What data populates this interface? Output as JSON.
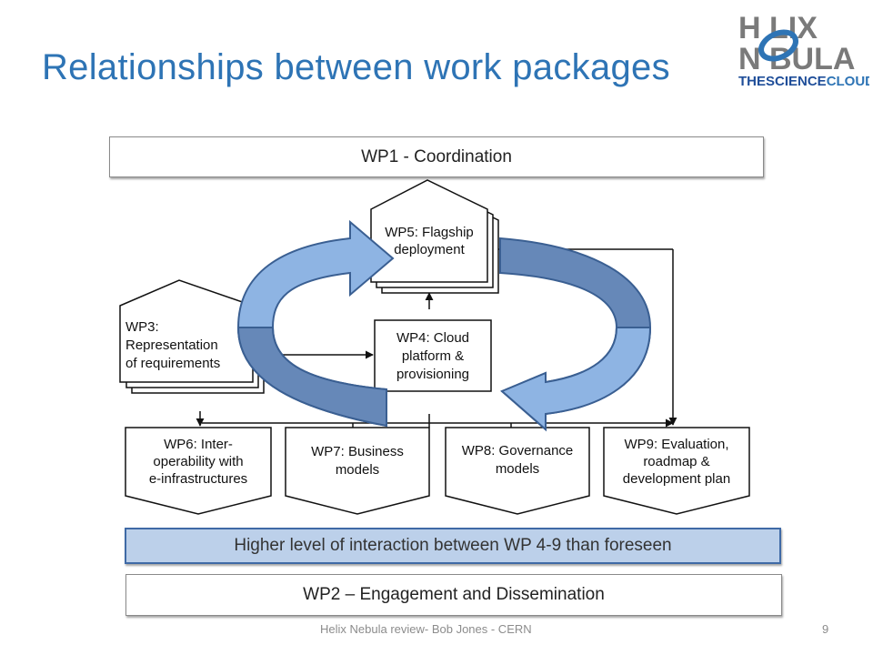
{
  "slide": {
    "title": "Relationships between work packages",
    "footer": "Helix Nebula review- Bob Jones - CERN",
    "page_number": "9"
  },
  "logo": {
    "line1": "H  LIX",
    "line2": "N  BULA",
    "tagline_a": "THESCIENCE",
    "tagline_b": "CLOUD"
  },
  "bars": {
    "wp1": "WP1 - Coordination",
    "highlight": "Higher level of interaction between WP 4-9 than foreseen",
    "wp2": "WP2 – Engagement and Dissemination"
  },
  "diagram": {
    "wp5": [
      "WP5: Flagship",
      "deployment"
    ],
    "wp3": [
      "WP3:",
      "Representation",
      "of requirements"
    ],
    "wp4": [
      "WP4: Cloud",
      "platform &",
      "provisioning"
    ],
    "wp6": [
      "WP6: Inter-",
      "operability with",
      "e-infrastructures"
    ],
    "wp7": [
      "WP7: Business",
      "models"
    ],
    "wp8": [
      "WP8: Governance",
      "models"
    ],
    "wp9": [
      "WP9: Evaluation,",
      "roadmap &",
      "development plan"
    ]
  },
  "colors": {
    "title": "#2e74b5",
    "arrow_light": "#8eb4e3",
    "arrow_dark": "#6688b8",
    "highlight_fill": "#bcd0ea"
  }
}
